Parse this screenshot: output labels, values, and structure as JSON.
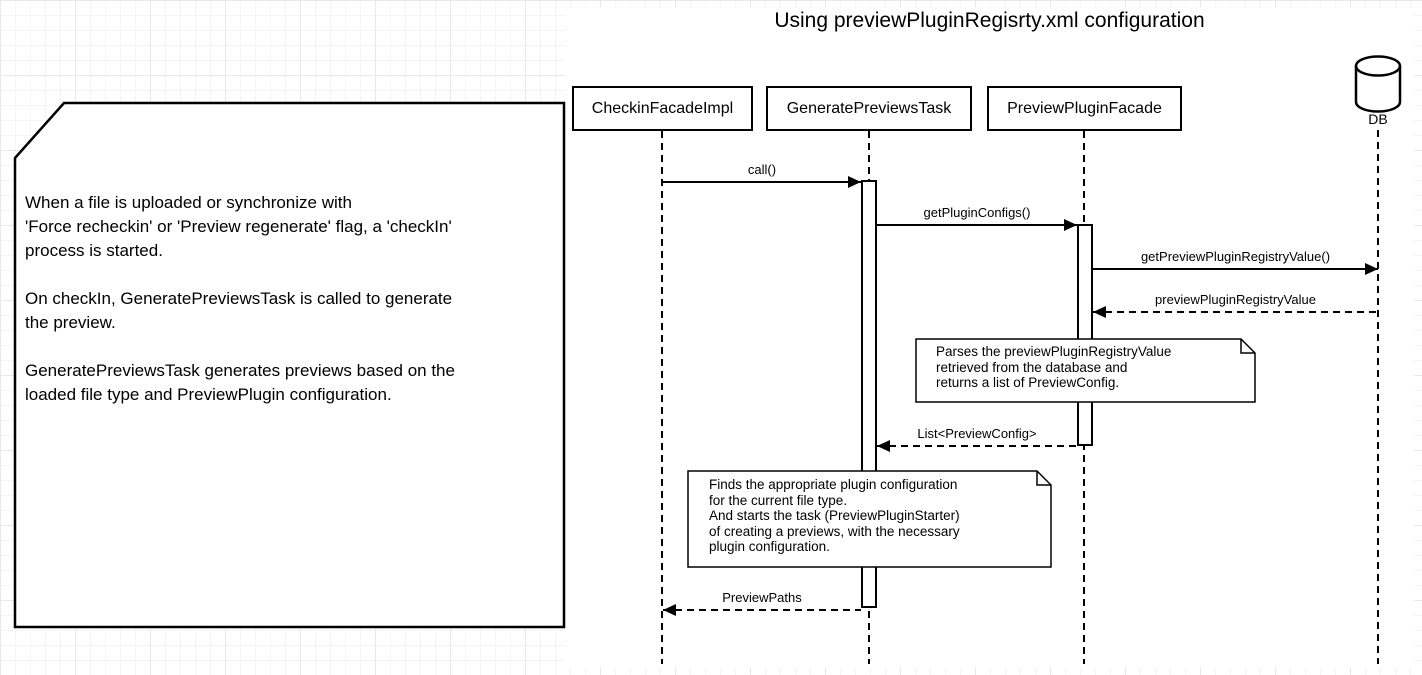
{
  "title": "Using previewPluginRegisrty.xml configuration",
  "description_note": {
    "text": "When a file is uploaded or synchronize with\n'Force recheckin' or 'Preview regenerate' flag, a 'checkIn'\nprocess is started.\n\nOn checkIn, GeneratePreviewsTask is called to generate\nthe preview.\n\nGeneratePreviewsTask generates previews based on the\nloaded file type and PreviewPlugin configuration."
  },
  "lifelines": [
    {
      "label": "CheckinFacadeImpl"
    },
    {
      "label": "GeneratePreviewsTask"
    },
    {
      "label": "PreviewPluginFacade"
    },
    {
      "label": "DB",
      "icon": "database-cylinder-icon"
    }
  ],
  "messages": [
    {
      "label": "call()",
      "type": "sync",
      "from": "CheckinFacadeImpl",
      "to": "GeneratePreviewsTask"
    },
    {
      "label": "getPluginConfigs()",
      "type": "sync",
      "from": "GeneratePreviewsTask",
      "to": "PreviewPluginFacade"
    },
    {
      "label": "getPreviewPluginRegistryValue()",
      "type": "sync",
      "from": "PreviewPluginFacade",
      "to": "DB"
    },
    {
      "label": "previewPluginRegistryValue",
      "type": "return",
      "from": "DB",
      "to": "PreviewPluginFacade"
    },
    {
      "label": "List<PreviewConfig>",
      "type": "return",
      "from": "PreviewPluginFacade",
      "to": "GeneratePreviewsTask"
    },
    {
      "label": "PreviewPaths",
      "type": "return",
      "from": "GeneratePreviewsTask",
      "to": "CheckinFacadeImpl"
    }
  ],
  "notes": [
    {
      "text": "Parses the previewPluginRegistryValue\nretrieved from the database and\nreturns a list of PreviewConfig."
    },
    {
      "text": "Finds the appropriate plugin configuration\nfor the current file type.\nAnd starts the task (PreviewPluginStarter)\nof creating a previews, with the necessary\nplugin configuration."
    }
  ],
  "colors": {
    "line": "#000000",
    "background": "#ffffff",
    "grid_minor": "#f5f3f3",
    "grid_major": "#e9e7e7"
  }
}
